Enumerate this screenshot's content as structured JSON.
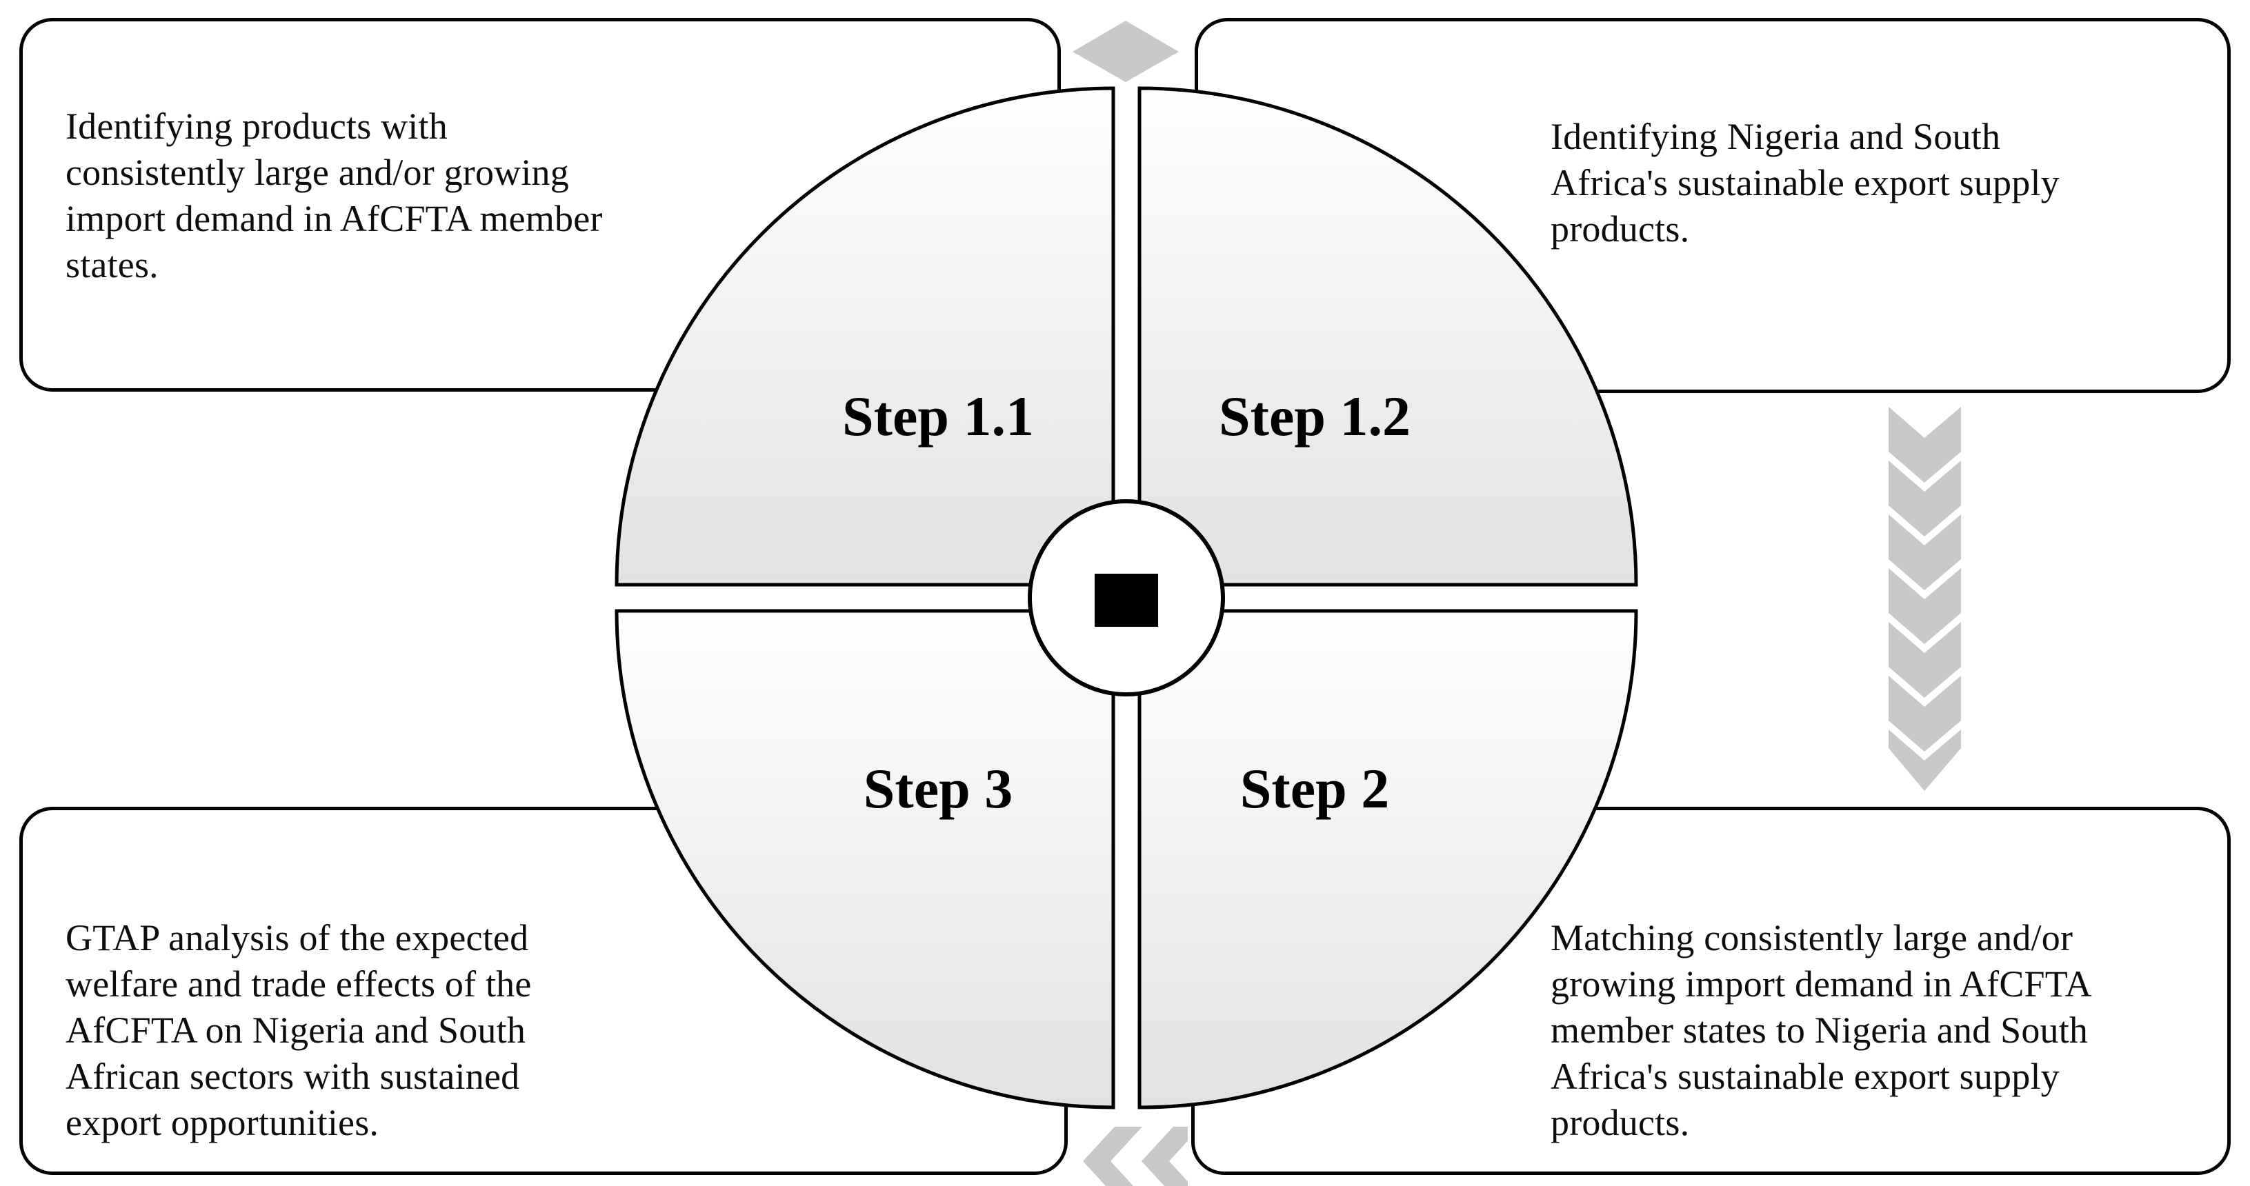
{
  "boxes": {
    "top_left": {
      "text": "Identifying products with\nconsistently large and/or growing\nimport demand in AfCFTA member\nstates."
    },
    "top_right": {
      "text": "Identifying Nigeria and South\nAfrica's sustainable export supply\nproducts."
    },
    "bottom_left": {
      "text": "GTAP analysis of the expected\nwelfare and trade effects of the\nAfCFTA on Nigeria and South\nAfrican sectors with sustained\nexport opportunities."
    },
    "bottom_right": {
      "text": "Matching consistently large and/or\ngrowing import demand in AfCFTA\nmember states to Nigeria and South\nAfrica's sustainable export supply\nproducts."
    }
  },
  "steps": {
    "step11": "Step 1.1",
    "step12": "Step 1.2",
    "step2": "Step 2",
    "step3": "Step 3"
  },
  "colors": {
    "arrow_gray": "#c8c8c8",
    "border_black": "#000000",
    "quadrant_gradient_top": "#ffffff",
    "quadrant_gradient_bottom": "#e2e2e2",
    "hub_square": "#000000"
  }
}
